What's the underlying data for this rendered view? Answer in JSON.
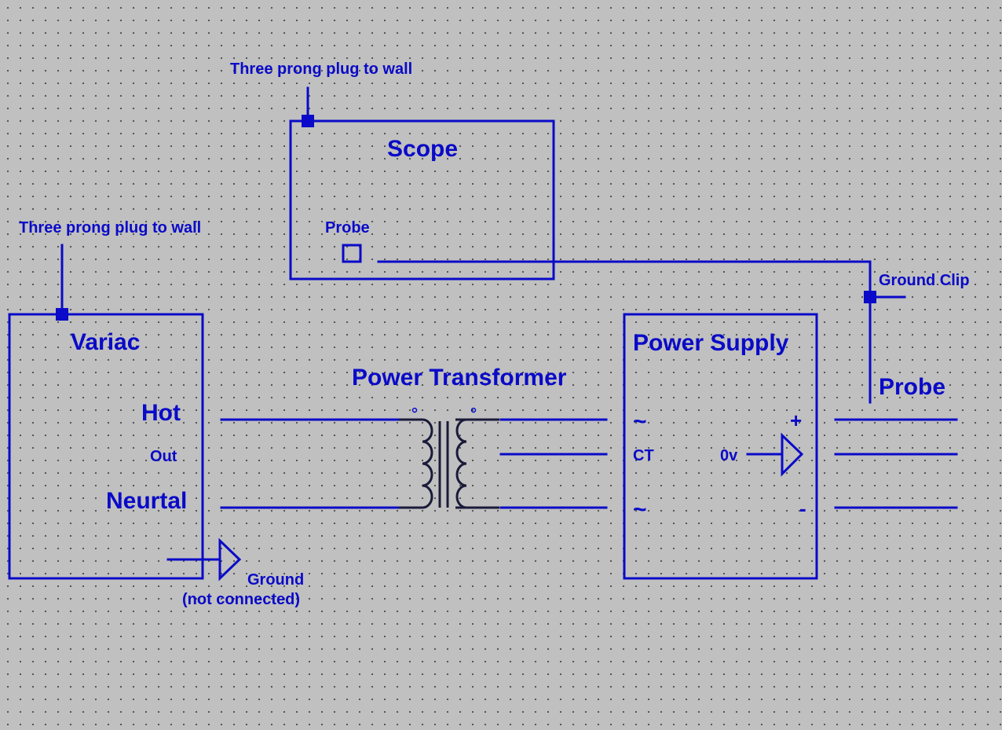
{
  "colors": {
    "ink": "#0a0ac8",
    "background": "#c0c0c0",
    "grid_dot": "#4a4a4a"
  },
  "labels": {
    "scope_plug": "Three prong plug to wall",
    "variac_plug": "Three prong plug to wall",
    "scope_title": "Scope",
    "scope_probe": "Probe",
    "variac_title": "Variac",
    "hot": "Hot",
    "out": "Out",
    "neutral": "Neurtal",
    "transformer_title": "Power Transformer",
    "supply_title": "Power Supply",
    "tilde_top": "~",
    "ct": "CT",
    "tilde_bottom": "~",
    "plus": "+",
    "minus": "-",
    "zero_v": "0v",
    "ground_clip": "Ground Clip",
    "probe_right": "Probe",
    "ground_line1": "Ground",
    "ground_line2": "(not connected)"
  }
}
